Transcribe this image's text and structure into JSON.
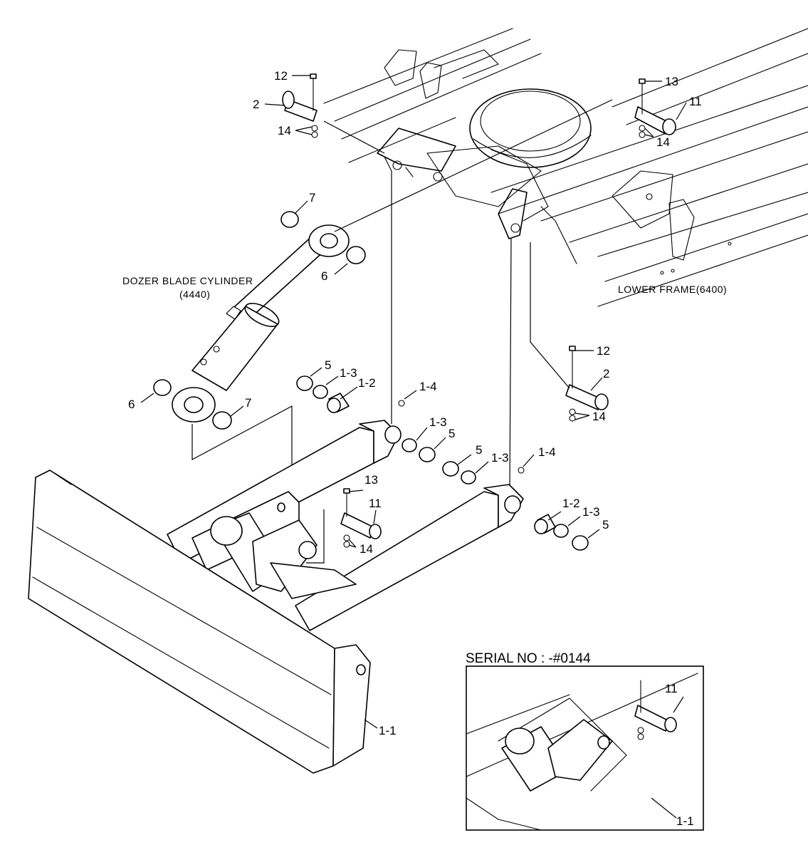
{
  "assembly_captions": {
    "cylinder_name": "DOZER BLADE CYLINDER",
    "cylinder_ref": "(4440)",
    "frame_name": "LOWER FRAME(6400)"
  },
  "inset": {
    "title": "SERIAL NO : -#0144"
  },
  "callouts": {
    "c12a": "12",
    "c2a": "2",
    "c14a": "14",
    "c13a": "13",
    "c11a": "11",
    "c14b": "14",
    "c7a": "7",
    "c6a": "6",
    "c12b": "12",
    "c2b": "2",
    "c14c": "14",
    "c5a": "5",
    "c13b": "1-3",
    "c12c": "1-2",
    "c14d": "1-4",
    "c6b": "6",
    "c7b": "7",
    "c13c": "1-3",
    "c5b": "5",
    "c5c": "5",
    "c13d": "1-3",
    "c14e": "1-4",
    "c13e": "13",
    "c11b": "11",
    "c14f": "14",
    "c12d": "1-2",
    "c13f": "1-3",
    "c5d": "5",
    "c11a_body": "1-1",
    "c11c": "11",
    "c11d": "1-1"
  }
}
